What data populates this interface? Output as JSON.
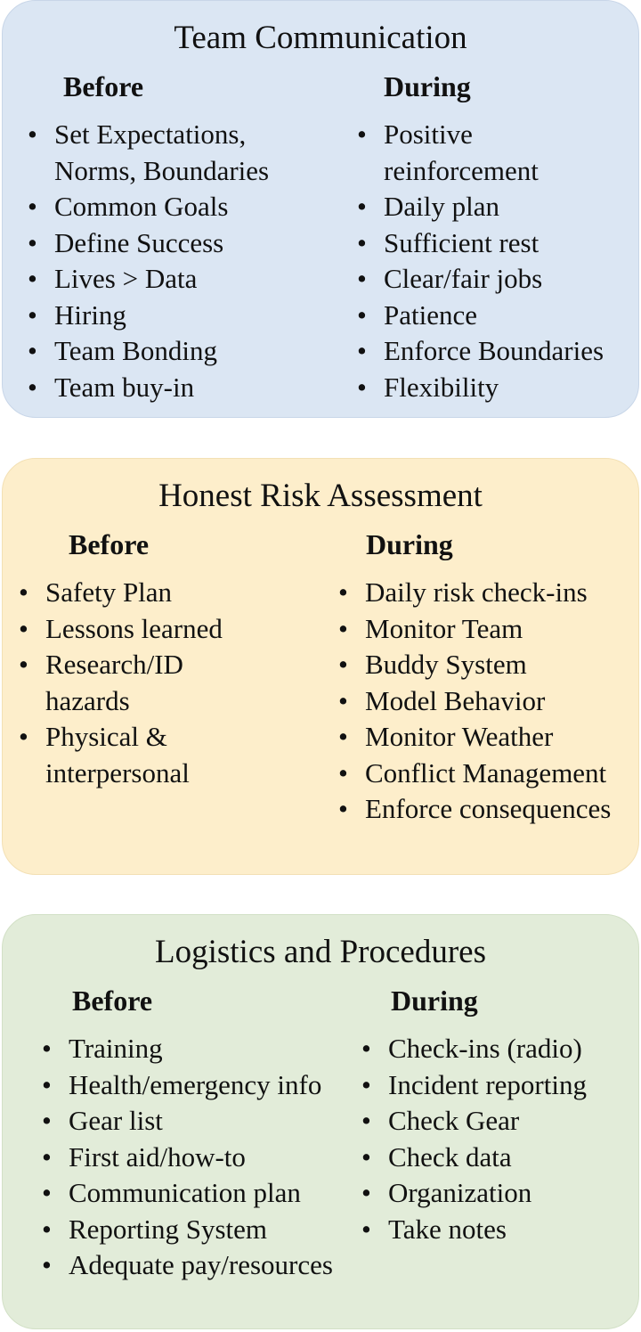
{
  "panels": [
    {
      "title": "Team Communication",
      "before_label": "Before",
      "during_label": "During",
      "before": [
        [
          "Set Expectations,",
          "Norms, Boundaries"
        ],
        [
          "Common Goals"
        ],
        [
          "Define Success"
        ],
        [
          "Lives > Data"
        ],
        [
          "Hiring"
        ],
        [
          "Team Bonding"
        ],
        [
          "Team buy-in"
        ]
      ],
      "during": [
        [
          "Positive",
          "reinforcement"
        ],
        [
          "Daily plan"
        ],
        [
          "Sufficient rest"
        ],
        [
          "Clear/fair jobs"
        ],
        [
          "Patience"
        ],
        [
          "Enforce Boundaries"
        ],
        [
          "Flexibility"
        ]
      ]
    },
    {
      "title": "Honest Risk Assessment",
      "before_label": "Before",
      "during_label": "During",
      "before": [
        [
          "Safety Plan"
        ],
        [
          "Lessons learned"
        ],
        [
          "Research/ID",
          "hazards"
        ],
        [
          "Physical &",
          "interpersonal"
        ]
      ],
      "during": [
        [
          "Daily risk check-ins"
        ],
        [
          "Monitor Team"
        ],
        [
          "Buddy System"
        ],
        [
          "Model Behavior"
        ],
        [
          "Monitor Weather"
        ],
        [
          "Conflict Management"
        ],
        [
          "Enforce consequences"
        ]
      ]
    },
    {
      "title": "Logistics and Procedures",
      "before_label": "Before",
      "during_label": "During",
      "before": [
        [
          "Training"
        ],
        [
          "Health/emergency info"
        ],
        [
          "Gear list"
        ],
        [
          "First aid/how-to"
        ],
        [
          "Communication plan"
        ],
        [
          "Reporting System"
        ],
        [
          "Adequate pay/resources"
        ]
      ],
      "during": [
        [
          "Check-ins (radio)"
        ],
        [
          "Incident reporting"
        ],
        [
          "Check Gear"
        ],
        [
          "Check data"
        ],
        [
          "Organization"
        ],
        [
          "Take notes"
        ]
      ]
    }
  ]
}
